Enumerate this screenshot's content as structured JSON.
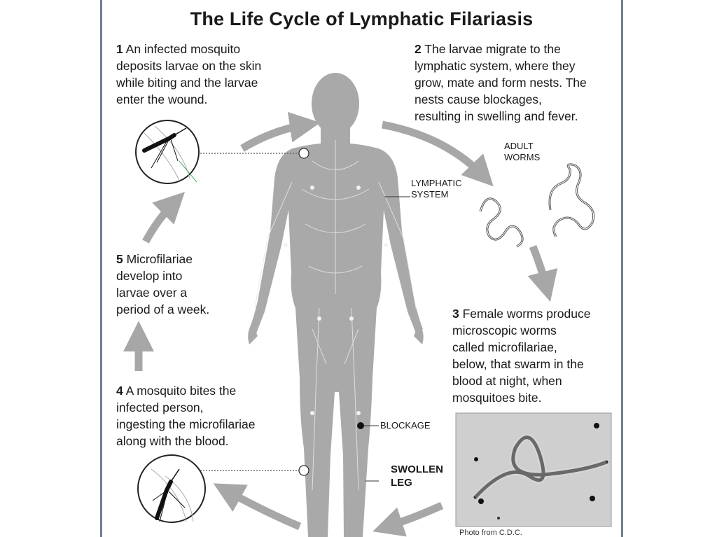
{
  "title": "The Life Cycle of Lymphatic Filariasis",
  "steps": {
    "s1": {
      "num": "1",
      "lines": [
        "An infected mosquito",
        "deposits larvae on the skin",
        "while biting and the larvae",
        "enter the wound."
      ]
    },
    "s2": {
      "num": "2",
      "lines": [
        "The larvae migrate to the",
        "lymphatic system, where they",
        "grow, mate and form nests. The",
        "nests cause blockages,",
        "resulting in swelling and fever."
      ]
    },
    "s3": {
      "num": "3",
      "lines": [
        "Female worms produce",
        "microscopic worms",
        "called microfilariae,",
        "below, that swarm in the",
        "blood at night, when",
        "mosquitoes bite."
      ]
    },
    "s4": {
      "num": "4",
      "lines": [
        "A mosquito bites the",
        "infected person,",
        "ingesting the microfilariae",
        "along with the blood."
      ]
    },
    "s5": {
      "num": "5",
      "lines": [
        "Microfilariae",
        "develop into",
        "larvae over a",
        "period of a week."
      ]
    }
  },
  "labels": {
    "adult_worms": [
      "ADULT",
      "WORMS"
    ],
    "lymphatic_system": [
      "LYMPHATIC",
      "SYSTEM"
    ],
    "blockage": "BLOCKAGE",
    "swollen_leg": [
      "SWOLLEN",
      "LEG"
    ]
  },
  "credit": "Photo from C.D.C.",
  "colors": {
    "body": "#a9a9a9",
    "arrow": "#a7a7a7",
    "frame": "#6f7f8f"
  }
}
